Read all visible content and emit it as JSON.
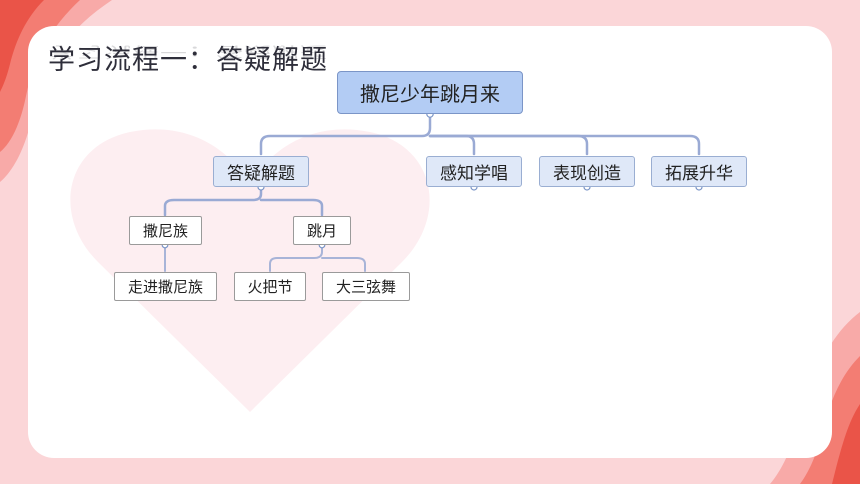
{
  "slide": {
    "title": "学习流程一：答疑解题"
  },
  "diagram": {
    "root": {
      "label": "撒尼少年跳月来"
    },
    "branches": [
      {
        "label": "答疑解题",
        "children": [
          {
            "label": "撒尼族",
            "children": [
              {
                "label": "走进撒尼族"
              }
            ]
          },
          {
            "label": "跳月",
            "children": [
              {
                "label": "火把节"
              },
              {
                "label": "大三弦舞"
              }
            ]
          }
        ]
      },
      {
        "label": "感知学唱"
      },
      {
        "label": "表现创造"
      },
      {
        "label": "拓展升华"
      }
    ]
  },
  "colors": {
    "root_fill": "#b3ccf4",
    "branch_fill": "#dfe8f8",
    "connector": "#9aaad4",
    "background_pink": "#fbd6d8",
    "accent_red": "#f0645c"
  }
}
